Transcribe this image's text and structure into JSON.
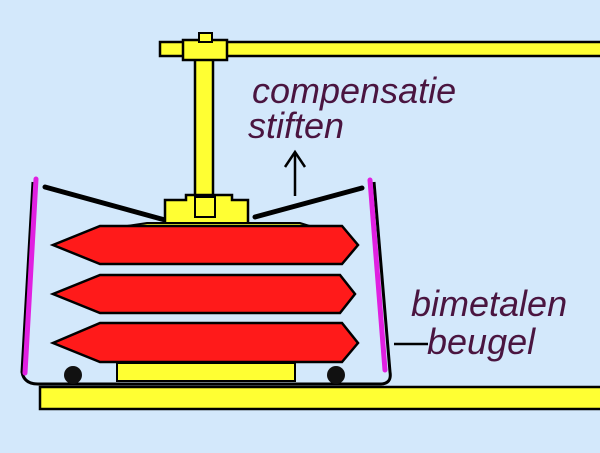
{
  "labels": {
    "compensation_line1": "compensatie",
    "compensation_line2": "stiften",
    "bimetal_line1": "bimetalen",
    "bimetal_line2": "beugel"
  },
  "colors": {
    "background": "#d3e8fb",
    "frame_yellow": "#ffff33",
    "bellows_red": "#ff1a1a",
    "bimetal_strip": "#e020e0",
    "outline": "#000000",
    "label_text": "#4a1540"
  }
}
